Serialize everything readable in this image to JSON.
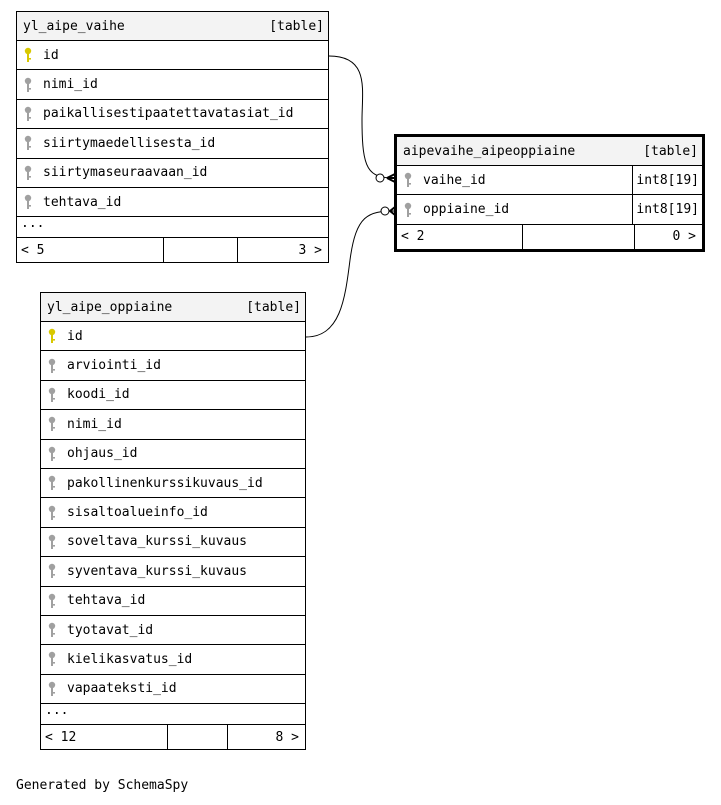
{
  "tables": {
    "vaihe": {
      "name": "yl_aipe_vaihe",
      "kind": "[table]",
      "columns": [
        {
          "name": "id",
          "pk": true
        },
        {
          "name": "nimi_id",
          "pk": false
        },
        {
          "name": "paikallisestipaatettavatasiat_id",
          "pk": false
        },
        {
          "name": "siirtymaedellisesta_id",
          "pk": false
        },
        {
          "name": "siirtymaseuraavaan_id",
          "pk": false
        },
        {
          "name": "tehtava_id",
          "pk": false
        }
      ],
      "more": "...",
      "footer": {
        "parents": "< 5",
        "children": "3 >"
      }
    },
    "oppiaine": {
      "name": "yl_aipe_oppiaine",
      "kind": "[table]",
      "columns": [
        {
          "name": "id",
          "pk": true
        },
        {
          "name": "arviointi_id",
          "pk": false
        },
        {
          "name": "koodi_id",
          "pk": false
        },
        {
          "name": "nimi_id",
          "pk": false
        },
        {
          "name": "ohjaus_id",
          "pk": false
        },
        {
          "name": "pakollinenkurssikuvaus_id",
          "pk": false
        },
        {
          "name": "sisaltoalueinfo_id",
          "pk": false
        },
        {
          "name": "soveltava_kurssi_kuvaus",
          "pk": false
        },
        {
          "name": "syventava_kurssi_kuvaus",
          "pk": false
        },
        {
          "name": "tehtava_id",
          "pk": false
        },
        {
          "name": "tyotavat_id",
          "pk": false
        },
        {
          "name": "kielikasvatus_id",
          "pk": false
        },
        {
          "name": "vapaateksti_id",
          "pk": false
        }
      ],
      "more": "...",
      "footer": {
        "parents": "< 12",
        "children": "8 >"
      }
    },
    "join": {
      "name": "aipevaihe_aipeoppiaine",
      "kind": "[table]",
      "columns": [
        {
          "name": "vaihe_id",
          "type": "int8[19]"
        },
        {
          "name": "oppiaine_id",
          "type": "int8[19]"
        }
      ],
      "footer": {
        "parents": "< 2",
        "children": "0 >"
      }
    }
  },
  "footer_note": "Generated by SchemaSpy",
  "colors": {
    "pk_key": "#d8c800",
    "fk_key": "#a0a0a0",
    "header_bg": "#f3f3f3"
  },
  "icons": {
    "pk": "key-icon",
    "fk": "key-icon"
  }
}
